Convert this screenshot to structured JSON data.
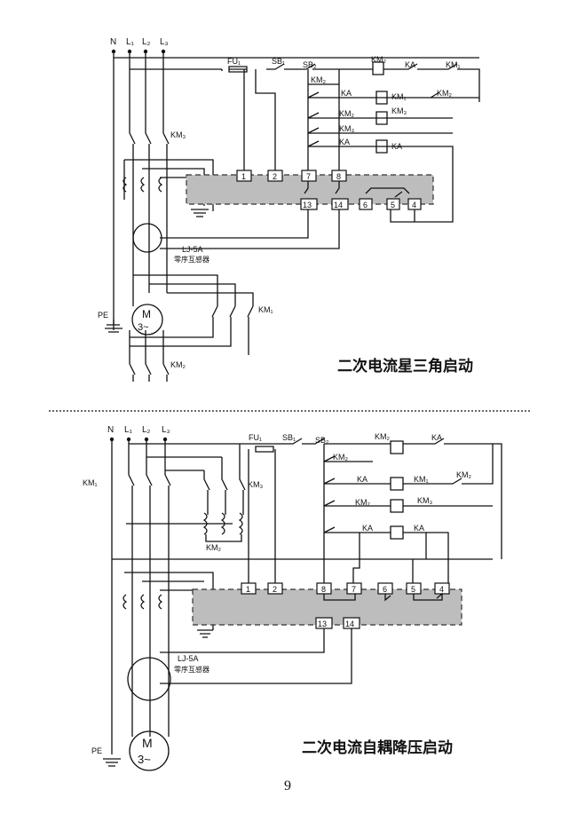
{
  "top": {
    "bus": [
      "N",
      "L₁",
      "L₂",
      "L₃"
    ],
    "fuse": "FU₁",
    "sb1": "SB₁",
    "sb2": "SB₂",
    "coil_km2": "KM₂",
    "contact_ka": "KA",
    "contact_km1": "KM₁",
    "row2_km2": "KM₂",
    "row3_ka": "KA",
    "row3_coil_km1": "KM₁",
    "row3_km2": "KM₂",
    "row4_km2": "KM₂",
    "row4_coil_km3": "KM₃",
    "row5_km3": "KM₃",
    "row6_ka": "KA",
    "row6_coil_ka": "KA",
    "main_km3": "KM₃",
    "terminals_top": [
      "1",
      "2",
      "7",
      "8"
    ],
    "terminals_bottom": [
      "13",
      "14",
      "6",
      "5",
      "4"
    ],
    "sensor_model": "LJ-5A",
    "sensor_name": "零序互感器",
    "motor_m": "M",
    "motor_phase": "3~",
    "pe": "PE",
    "delta_km1": "KM₁",
    "bottom_km2": "KM₂",
    "caption": "二次电流星三角启动"
  },
  "bottom": {
    "bus": [
      "N",
      "L₁",
      "L₂",
      "L₃"
    ],
    "fuse": "FU₁",
    "sb1": "SB₁",
    "sb2": "SB₂",
    "coil_km2": "KM₂",
    "contact_ka": "KA",
    "km1_left": "KM₁",
    "main_km3": "KM₃",
    "autotrans_km2": "KM₂",
    "row2_km2": "KM₂",
    "row3_ka": "KA",
    "row3_coil_km1": "KM₁",
    "row3_km2": "KM₂",
    "row4_km2": "KM₂",
    "row4_coil_km3": "KM₃",
    "row5_ka": "KA",
    "row5_coil_ka": "KA",
    "terminals_top": [
      "1",
      "2",
      "8",
      "7",
      "6",
      "5",
      "4"
    ],
    "terminals_bottom": [
      "13",
      "14"
    ],
    "sensor_model": "LJ-5A",
    "sensor_name": "零序互感器",
    "motor_m": "M",
    "motor_phase": "3~",
    "pe": "PE",
    "caption": "二次电流自耦降压启动"
  },
  "page_number": "9"
}
